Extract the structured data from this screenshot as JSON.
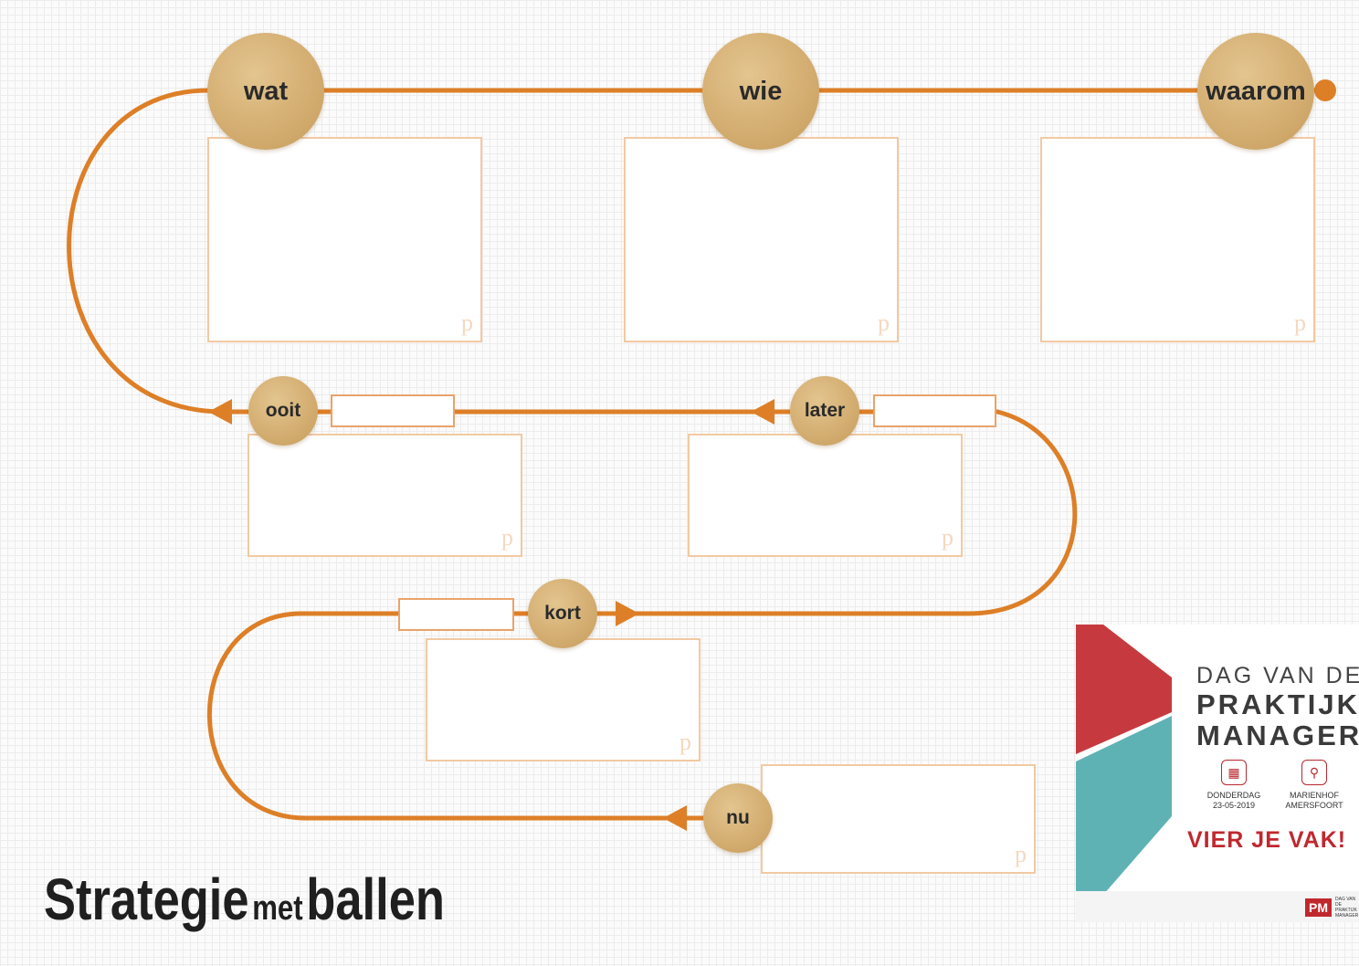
{
  "colors": {
    "path": "#dd7f27",
    "ball": "#d4ae72",
    "box_border": "#f2c9a2",
    "accent_red": "#c0282e",
    "accent_teal": "#5bb3b6"
  },
  "balls": {
    "wat": "wat",
    "wie": "wie",
    "waarom": "waarom",
    "ooit": "ooit",
    "later": "later",
    "kort": "kort",
    "nu": "nu"
  },
  "box_mark": "p",
  "title": {
    "part1": "Strategie",
    "part2": "met",
    "part3": "ballen"
  },
  "ad": {
    "line1": "DAG VAN DE",
    "line2": "PRAKTIJK",
    "line3": "MANAGER",
    "date_label": "DONDERDAG",
    "date_value": "23-05-2019",
    "place_label": "MARIENHOF",
    "place_value": "AMERSFOORT",
    "cta": "VIER JE VAK!",
    "logo": "PM",
    "logo_text": "DAG VAN DE PRAKTIJK MANAGER",
    "calendar_icon": "calendar-icon",
    "location_icon": "location-pin-icon"
  }
}
